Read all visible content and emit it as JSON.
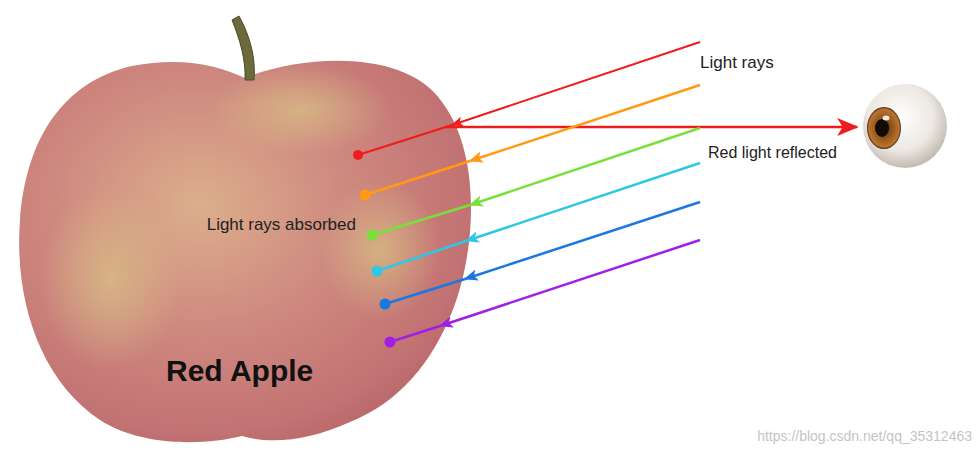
{
  "diagram": {
    "nodes": [
      {
        "text": [
          "Light rays absorbed",
          "Red Apple"
        ]
      }
    ],
    "labels": [
      "Light rays",
      "Red light reflected",
      "https://blog.csdn.net/qq_35312463"
    ]
  }
}
